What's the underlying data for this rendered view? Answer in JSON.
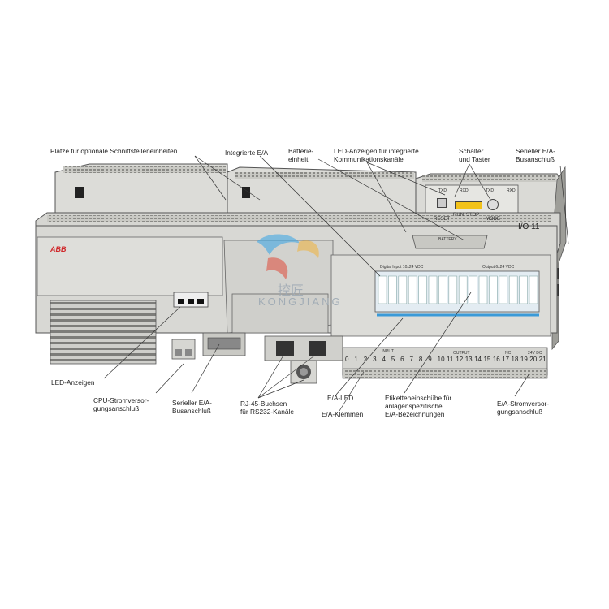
{
  "callouts": {
    "schnittstellen": "Plätze für optionale Schnittstelleneinheiten",
    "integrierte_ea": "Integrierte E/A",
    "batterie": [
      "Batterie-",
      "einheit"
    ],
    "led_kommunikation": [
      "LED-Anzeigen für integrierte",
      "Kommunikationskanäle"
    ],
    "schalter": [
      "Schalter",
      "und Taster"
    ],
    "serieller_top": [
      "Serieller E/A-",
      "Busanschluß"
    ],
    "led_anzeigen": "LED-Anzeigen",
    "cpu_strom": [
      "CPU-Stromversor-",
      "gungsanschluß"
    ],
    "serieller_bottom": [
      "Serieller E/A-",
      "Busanschluß"
    ],
    "rj45": [
      "RJ-45-Buchsen",
      "für RS232-Kanäle"
    ],
    "ea_led": "E/A-LED",
    "ea_klemmen": "E/A-Klemmen",
    "etiketten": [
      "Etiketteneinschübe für",
      "anlagenspezifische",
      "E/A-Bezeichnungen"
    ],
    "ea_strom": [
      "E/A-Stromversor-",
      "gungsanschluß"
    ]
  },
  "device": {
    "brand": "ABB",
    "model": "I/O 11",
    "reset": "RESET",
    "run": "RUN",
    "stop": "STOP",
    "mode": "MODE",
    "battery": "BATTERY",
    "digital_input": "Digital Input 10x24 VDC",
    "digital_output": "Output 6x24 VDC",
    "input_label": "INPUT",
    "output_label": "OUTPUT",
    "nc_label": "NC",
    "vdc_label": "24V DC",
    "terminal_numbers": [
      "0",
      "1",
      "2",
      "3",
      "4",
      "5",
      "6",
      "7",
      "8",
      "9",
      "10",
      "11",
      "12",
      "13",
      "14",
      "15",
      "16",
      "17",
      "18",
      "19",
      "20",
      "21"
    ],
    "led_tags": [
      "TXD",
      "RXD",
      "TXD",
      "RXD"
    ]
  },
  "watermark": {
    "chinese": "控匠",
    "latin": "KONGJIANG"
  },
  "colors": {
    "body": "#d8d8d4",
    "body_dark": "#b9b9b4",
    "outline": "#555555",
    "brand": "#d0272a",
    "label_strip": "#dfeaf2",
    "switch_yellow": "#f2c21a"
  }
}
